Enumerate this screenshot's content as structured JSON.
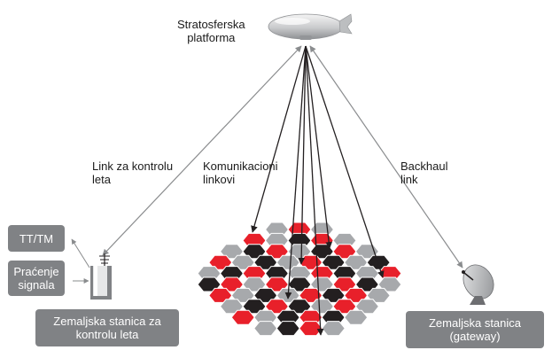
{
  "platform": {
    "label_line1": "Stratosferska",
    "label_line2": "platforma"
  },
  "links": {
    "control": {
      "line1": "Link za kontrolu",
      "line2": "leta"
    },
    "comm": {
      "line1": "Komunikacioni",
      "line2": "linkovi"
    },
    "backhaul": {
      "line1": "Backhaul",
      "line2": "link"
    }
  },
  "control_station": {
    "tt_label": "TT/TM",
    "tracking_line1": "Praćenje",
    "tracking_line2": "signala",
    "title_line1": "Zemaljska stanica za",
    "title_line2": "kontrolu leta"
  },
  "gateway": {
    "title_line1": "Zemaljska stanica",
    "title_line2": "(gateway)"
  },
  "icons": {
    "airship": "airship-icon",
    "control_tower": "control-station-icon",
    "dish": "satellite-dish-icon"
  },
  "colors": {
    "cell_red": "#e8202a",
    "cell_black": "#231f20",
    "cell_gray": "#a7a9ac",
    "box_gray": "#808285",
    "line": "#6d6e71"
  }
}
